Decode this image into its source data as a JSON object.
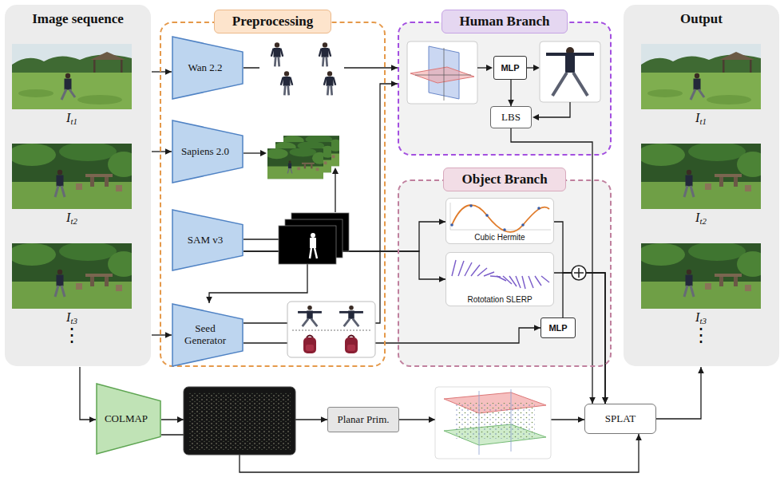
{
  "diagram": {
    "nodes": [
      {
        "text": [
          "Image sequence"
        ]
      },
      {
        "text": [
          "Preprocessing"
        ]
      },
      {
        "text": [
          "Wan 2.2"
        ],
        "in": 1
      },
      {
        "text": [
          "Sapiens 2.0"
        ],
        "in": 1
      },
      {
        "text": [
          "SAM v3"
        ],
        "in": 1
      },
      {
        "text": [
          "Seed Generator"
        ],
        "in": 1
      },
      {
        "text": [
          "Human Branch"
        ]
      },
      {
        "text": [
          "MLP"
        ],
        "in": 6
      },
      {
        "text": [
          "LBS"
        ],
        "in": 6
      },
      {
        "text": [
          "Object Branch"
        ]
      },
      {
        "text": [
          "Cubic Hermite"
        ],
        "in": 9
      },
      {
        "text": [
          "Rototation SLERP"
        ],
        "in": 9
      },
      {
        "text": [
          "MLP"
        ],
        "in": 9
      },
      {
        "text": [
          "Output"
        ]
      },
      {
        "text": [
          "COLMAP"
        ]
      },
      {
        "text": [
          "Planar Prim."
        ]
      },
      {
        "text": [
          "SPLAT"
        ]
      }
    ],
    "edges": [
      {
        "from": 0,
        "to": 2,
        "arrow": "to"
      },
      {
        "from": 0,
        "to": 3,
        "arrow": "to"
      },
      {
        "from": 0,
        "to": 5,
        "arrow": "to"
      },
      {
        "from": 2,
        "to": 6,
        "arrow": "to"
      },
      {
        "from": 4,
        "to": 5,
        "arrow": "to"
      },
      {
        "from": 4,
        "to": 10,
        "arrow": "to"
      },
      {
        "from": 4,
        "to": 11,
        "arrow": "to"
      },
      {
        "from": 5,
        "to": 6,
        "arrow": "to"
      },
      {
        "from": 5,
        "to": 12,
        "arrow": "to"
      },
      {
        "from": 7,
        "to": 8,
        "arrow": "to"
      },
      {
        "from": 8,
        "to": 16,
        "arrow": "to"
      },
      {
        "from": 10,
        "to": 16,
        "arrow": "to"
      },
      {
        "from": 11,
        "to": 16,
        "arrow": "to"
      },
      {
        "from": 12,
        "to": 16,
        "arrow": "to"
      },
      {
        "from": 0,
        "to": 14,
        "arrow": "to"
      },
      {
        "from": 14,
        "to": 15,
        "arrow": "to"
      },
      {
        "from": 15,
        "to": 16,
        "arrow": "to"
      },
      {
        "from": 14,
        "to": 16,
        "arrow": "to"
      },
      {
        "from": 16,
        "to": 13,
        "arrow": "to"
      }
    ],
    "labels": [
      "It1",
      "It2",
      "It3",
      "⋮",
      "It1",
      "It2",
      "It3",
      "⋮"
    ]
  }
}
